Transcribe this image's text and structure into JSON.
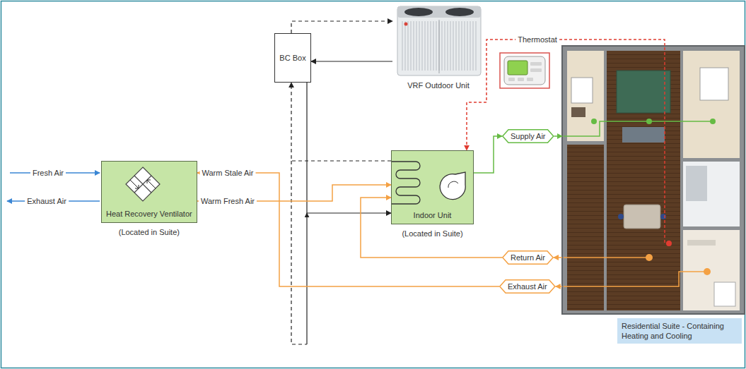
{
  "diagram": {
    "nodes": [
      {
        "text": [
          "BC Box"
        ]
      },
      {
        "text": [
          "VRF Outdoor Unit"
        ]
      },
      {
        "text": [
          "Heat Recovery Ventilator",
          "(Located in Suite)"
        ]
      },
      {
        "text": [
          "Indoor Unit",
          "(Located in Suite)"
        ]
      },
      {
        "text": [
          "Supply Air"
        ]
      },
      {
        "text": [
          "Return Air"
        ]
      },
      {
        "text": [
          "Exhaust Air"
        ]
      },
      {
        "text": [
          "Residential Suite - Containing Heating and Cooling"
        ]
      }
    ],
    "edges": [
      {
        "from": 0,
        "to": 1,
        "arrow": "to"
      },
      {
        "from": 1,
        "to": 0,
        "arrow": "to"
      },
      {
        "from": 3,
        "to": 0,
        "arrow": "to"
      },
      {
        "from": 0,
        "to": 3,
        "arrow": "to"
      },
      {
        "from": 6,
        "to": 2,
        "label": "Warm Stale Air",
        "arrow": "to"
      },
      {
        "from": 2,
        "to": 3,
        "label": "Warm Fresh Air",
        "arrow": "to"
      },
      {
        "from": 3,
        "to": 4,
        "arrow": "to"
      },
      {
        "from": 4,
        "to": 7,
        "arrow": "to"
      },
      {
        "from": 7,
        "to": 5,
        "arrow": "to"
      },
      {
        "from": 5,
        "to": 3,
        "arrow": "to"
      },
      {
        "from": 7,
        "to": 6,
        "arrow": "to"
      },
      {
        "from": 7,
        "to": 3,
        "label": "Thermostat",
        "arrow": "to"
      }
    ],
    "labels": [
      "Fresh Air",
      "Exhaust Air"
    ]
  }
}
